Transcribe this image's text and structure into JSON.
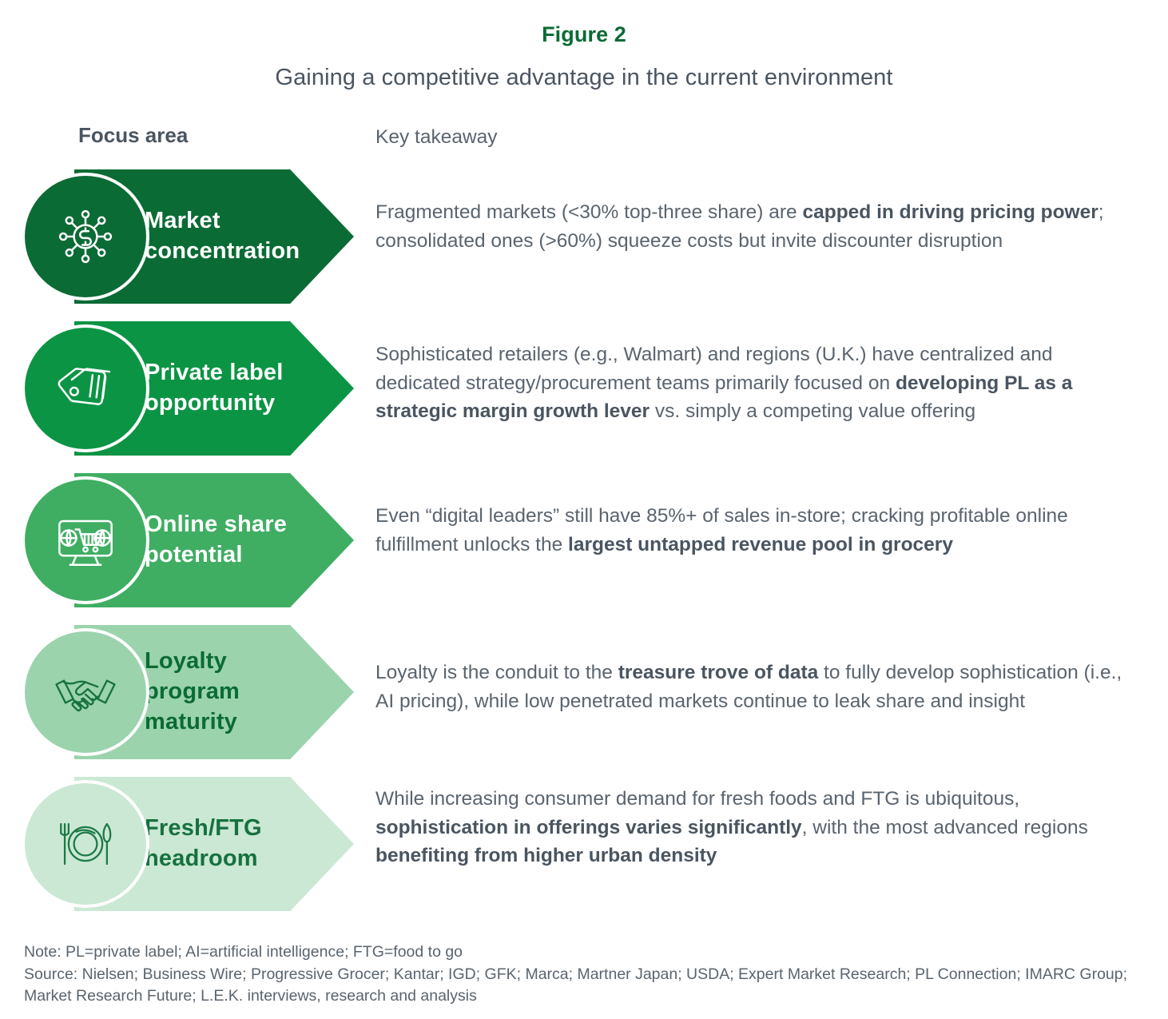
{
  "figure": {
    "label": "Figure 2",
    "title": "Gaining a competitive advantage in the current environment",
    "label_color": "#0b6b35",
    "title_color": "#4a5560"
  },
  "columns": {
    "focus_area": "Focus area",
    "key_takeaway": "Key takeaway"
  },
  "rows": [
    {
      "id": "market-concentration",
      "focus_label": "Market\nconcentration",
      "icon": "dollar-network-icon",
      "band_color": "#0b6b35",
      "label_color": "#ffffff",
      "icon_color": "#ffffff",
      "takeaway_html": "Fragmented markets (&lt;30% top-three share) are <b>capped in driving pricing power</b>; consolidated ones (&gt;60%) squeeze costs but invite discounter disruption",
      "takeaway_plain": "Fragmented markets (<30% top-three share) are capped in driving pricing power; consolidated ones (>60%) squeeze costs but invite discounter disruption"
    },
    {
      "id": "private-label-opportunity",
      "focus_label": "Private label\nopportunity",
      "icon": "price-tag-icon",
      "band_color": "#0b9444",
      "label_color": "#ffffff",
      "icon_color": "#ffffff",
      "takeaway_html": "Sophisticated retailers (e.g., Walmart) and regions (U.K.) have centralized and dedicated strategy/procurement teams primarily focused on <b>developing PL as a strategic margin growth lever</b> vs. simply a competing value offering",
      "takeaway_plain": "Sophisticated retailers (e.g., Walmart) and regions (U.K.) have centralized and dedicated strategy/procurement teams primarily focused on developing PL as a strategic margin growth lever vs. simply a competing value offering"
    },
    {
      "id": "online-share-potential",
      "focus_label": "Online share\npotential",
      "icon": "monitor-cart-icon",
      "band_color": "#3fae63",
      "label_color": "#ffffff",
      "icon_color": "#ffffff",
      "takeaway_html": "Even “digital leaders” still have 85%+ of sales in-store; cracking profitable online fulfillment unlocks the <b>largest untapped revenue pool in grocery</b>",
      "takeaway_plain": "Even “digital leaders” still have 85%+ of sales in-store; cracking profitable online fulfillment unlocks the largest untapped revenue pool in grocery"
    },
    {
      "id": "loyalty-program-maturity",
      "focus_label": "Loyalty\nprogram\nmaturity",
      "icon": "handshake-icon",
      "band_color": "#9bd3ad",
      "label_color": "#0b6b35",
      "icon_color": "#16713f",
      "takeaway_html": "Loyalty is the conduit to the <b>treasure trove of data</b> to fully develop sophistication (i.e., AI pricing), while low penetrated markets continue to leak share and insight",
      "takeaway_plain": "Loyalty is the conduit to the treasure trove of data to fully develop sophistication (i.e., AI pricing), while low penetrated markets continue to leak share and insight"
    },
    {
      "id": "fresh-ftg-headroom",
      "focus_label": "Fresh/FTG\nheadroom",
      "icon": "plate-cutlery-icon",
      "band_color": "#cbe8d4",
      "label_color": "#16713f",
      "icon_color": "#1d7a48",
      "takeaway_html": "While increasing consumer demand for fresh foods and FTG is ubiquitous, <b>sophistication in offerings varies significantly</b>, with the most advanced regions <b>benefiting from higher urban density</b>",
      "takeaway_plain": "While increasing consumer demand for fresh foods and FTG is ubiquitous, sophistication in offerings varies significantly, with the most advanced regions benefiting from higher urban density"
    }
  ],
  "footer": {
    "note": "Note: PL=private label; AI=artificial intelligence; FTG=food to go",
    "source_line_1": "Source: Nielsen; Business Wire; Progressive Grocer; Kantar; IGD; GFK; Marca; Martner Japan; USDA; Expert Market Research; PL Connection; IMARC Group;",
    "source_line_2": "Market Research Future; L.E.K. interviews, research and analysis"
  }
}
